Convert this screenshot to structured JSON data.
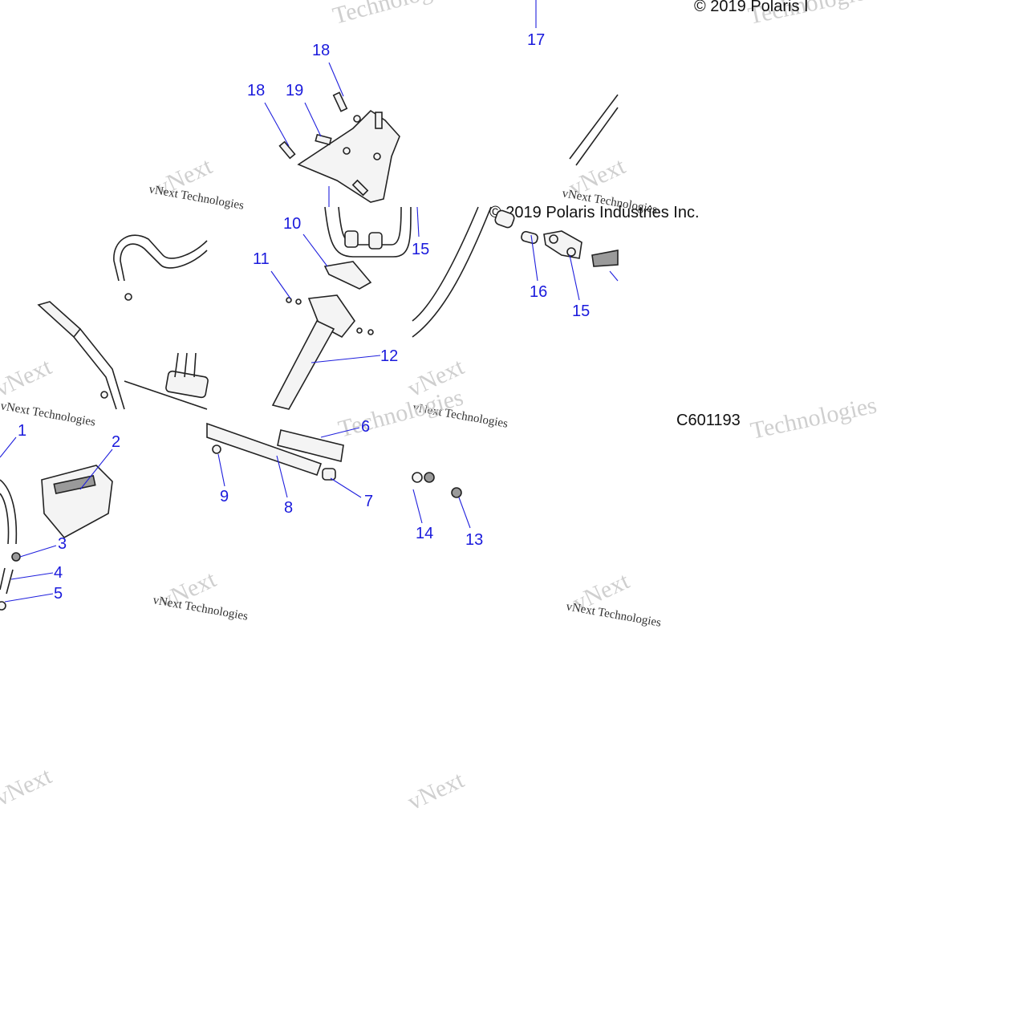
{
  "callouts": {
    "c1": "1",
    "c2": "2",
    "c3": "3",
    "c4": "4",
    "c5": "5",
    "c6": "6",
    "c7": "7",
    "c8": "8",
    "c9": "9",
    "c10": "10",
    "c11": "11",
    "c12": "12",
    "c13": "13",
    "c14": "14",
    "c15a": "15",
    "c15b": "15",
    "c16": "16",
    "c17": "17",
    "c18a": "18",
    "c18b": "18",
    "c19": "19"
  },
  "copyright_top": "© 2019 Polaris I",
  "copyright_mid": "© 2019 Polaris Industries Inc.",
  "diagram_code": "C601193",
  "watermark": {
    "brand_big": "Technologies",
    "brand_small": "vNext Technologies",
    "brand_short": "vNext"
  },
  "colors": {
    "callout": "#1a1adc",
    "background": "#ffffff"
  }
}
